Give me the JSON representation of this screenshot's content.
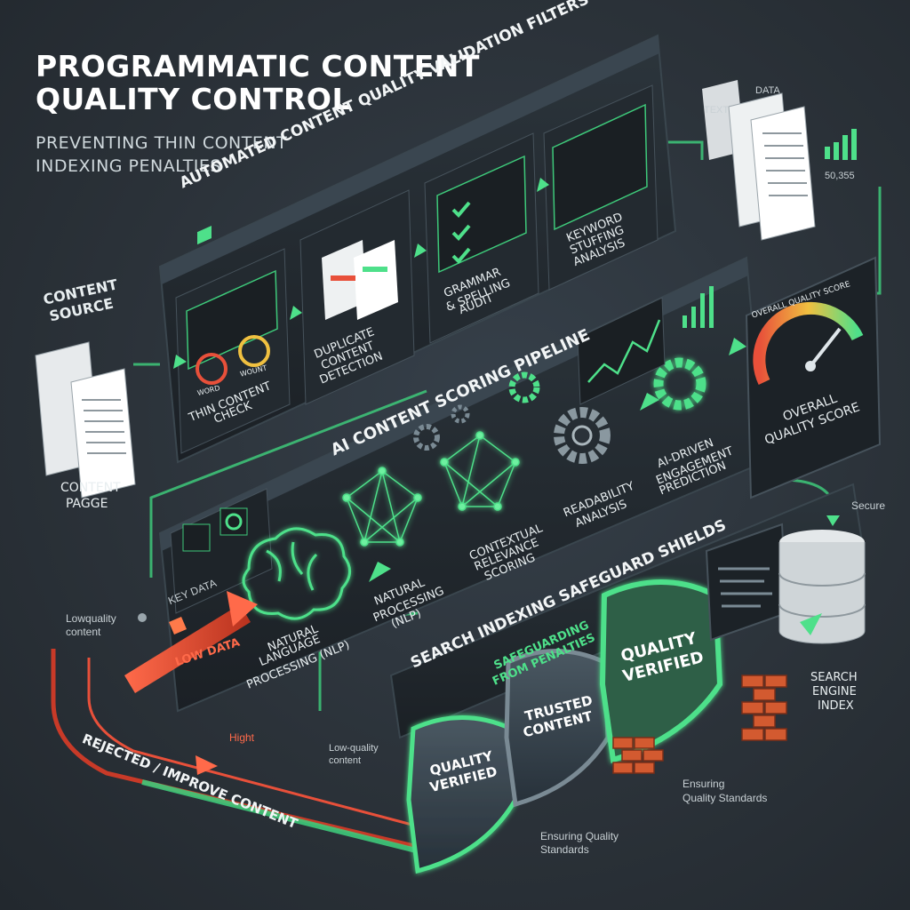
{
  "header": {
    "title_line1": "PROGRAMMATIC CONTENT",
    "title_line2": "QUALITY CONTROL",
    "subtitle_line1": "PREVENTING THIN CONTENT",
    "subtitle_line2": "INDEXING PENALTIES"
  },
  "source": {
    "label_line1": "CONTENT",
    "label_line2": "SOURCE",
    "page_line1": "CONTENT",
    "page_line2": "PAGGE"
  },
  "validation": {
    "band_title": "AUTOMATED CONTENT QUALITY VALIDATION FILTERS",
    "thin_line1": "THIN CONTENT",
    "thin_line2": "CHECK",
    "gauge_word": "WORD",
    "gauge_count": "WOUNT",
    "dup_line1": "DUPLICATE",
    "dup_line2": "CONTENT",
    "dup_line3": "DETECTION",
    "gram_line1": "GRAMMAR",
    "gram_line2": "& SPELLING",
    "gram_line3": "AUDIT",
    "kw_line1": "KEYWORD",
    "kw_line2": "STUFFING",
    "kw_line3": "ANALYSIS"
  },
  "data_docs": {
    "text_label": "TEXT",
    "data_label": "DATA",
    "stat_label": "50,355"
  },
  "scoring": {
    "band_title": "AI CONTENT SCORING PIPELINE",
    "key_data": "KEY DATA",
    "nlp_line1": "NATURAL",
    "nlp_line2": "LANGUAGE",
    "nlp_line3": "PROCESSING (NLP)",
    "nlp2_line1": "NATURAL",
    "nlp2_line2": "PROCESSING",
    "nlp2_line3": "(NLP)",
    "ctx_line1": "CONTEXTUAL",
    "ctx_line2": "RELEVANCE",
    "ctx_line3": "SCORING",
    "read_line1": "READABILITY",
    "read_line2": "ANALYSIS",
    "eng_line1": "AI-DRIVEN",
    "eng_line2": "ENGAGEMENT",
    "eng_line3": "PREDICTION"
  },
  "score": {
    "panel_title": "OVERALL QUALITY SCORE",
    "label_line1": "OVERALL",
    "label_line2": "QUALITY SCORE"
  },
  "shields": {
    "band_title": "SEARCH INDEXING SAFEGUARD SHIELDS",
    "sub_line1": "SAFEGUARDING",
    "sub_line2": "FROM PENALTIES",
    "shield1_line1": "QUALITY",
    "shield1_line2": "VERIFIED",
    "shield2_line1": "TRUSTED",
    "shield2_line2": "CONTENT",
    "shield3_line1": "QUALITY",
    "shield3_line2": "VERIFIED",
    "ensure1_line1": "Ensuring Quality",
    "ensure1_line2": "Standards",
    "ensure2_line1": "Ensuring",
    "ensure2_line2": "Quality Standards"
  },
  "index": {
    "secure": "Secure",
    "line1": "SEARCH",
    "line2": "ENGINE",
    "line3": "INDEX"
  },
  "rejection": {
    "lowq_line1": "Lowquality",
    "lowq_line2": "content",
    "low_data": "LOW DATA",
    "hight": "Hight",
    "lowq2_line1": "Low-quality",
    "lowq2_line2": "content",
    "rejected": "REJECTED / IMPROVE CONTENT"
  },
  "colors": {
    "accent_green": "#4ee08a",
    "reject_red": "#e8503a",
    "panel_dark": "#1c2227",
    "background": "#2b3239"
  }
}
